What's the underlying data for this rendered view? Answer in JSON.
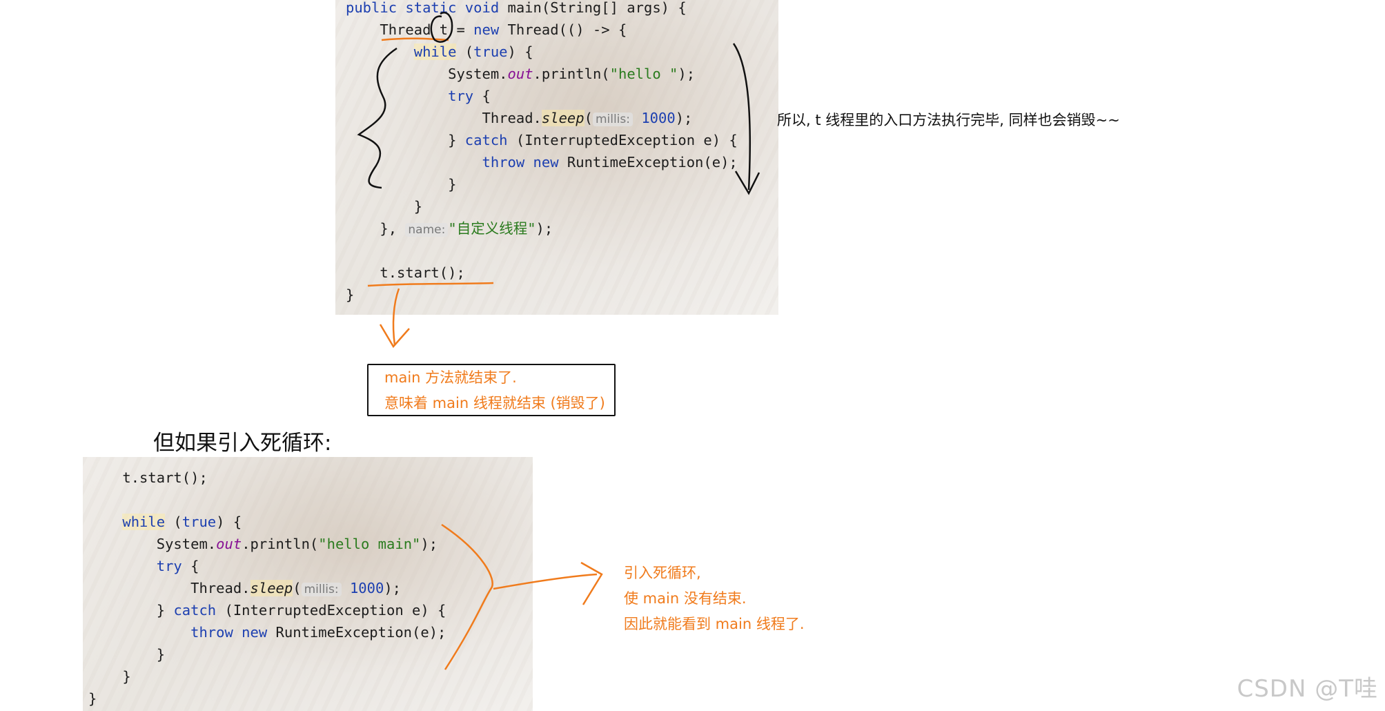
{
  "top_code": {
    "lines": [
      {
        "indent": "",
        "parts": [
          [
            "kw",
            "public static void "
          ],
          [
            "",
            "main(String[] args) {"
          ]
        ]
      },
      {
        "indent": "    ",
        "parts": [
          [
            "",
            "Thread t = "
          ],
          [
            "kw",
            "new "
          ],
          [
            "",
            "Thread(() -> {"
          ]
        ]
      },
      {
        "indent": "        ",
        "parts": [
          [
            "kw hl",
            "while"
          ],
          [
            "",
            " ("
          ],
          [
            "kw",
            "true"
          ],
          [
            "",
            ") {"
          ]
        ]
      },
      {
        "indent": "            ",
        "parts": [
          [
            "",
            "System."
          ],
          [
            "fld",
            "out"
          ],
          [
            "",
            ".println("
          ],
          [
            "str",
            "\"hello \""
          ],
          [
            "",
            ");"
          ]
        ]
      },
      {
        "indent": "            ",
        "parts": [
          [
            "kw",
            "try"
          ],
          [
            "",
            " {"
          ]
        ]
      },
      {
        "indent": "                ",
        "parts": [
          [
            "",
            "Thread."
          ],
          [
            "mth hl",
            "sleep"
          ],
          [
            "",
            "("
          ],
          [
            "hint",
            "millis:"
          ],
          [
            "num",
            " 1000"
          ],
          [
            "",
            ");"
          ]
        ]
      },
      {
        "indent": "            ",
        "parts": [
          [
            "",
            "} "
          ],
          [
            "kw",
            "catch"
          ],
          [
            "",
            " (InterruptedException e) {"
          ]
        ]
      },
      {
        "indent": "                ",
        "parts": [
          [
            "kw",
            "throw new "
          ],
          [
            "",
            "RuntimeException(e);"
          ]
        ]
      },
      {
        "indent": "            ",
        "parts": [
          [
            "",
            "}"
          ]
        ]
      },
      {
        "indent": "        ",
        "parts": [
          [
            "",
            "}"
          ]
        ]
      },
      {
        "indent": "    ",
        "parts": [
          [
            "",
            "}, "
          ],
          [
            "hint",
            "name:"
          ],
          [
            "str",
            "\"自定义线程\""
          ],
          [
            "",
            ");"
          ]
        ]
      },
      {
        "indent": "",
        "parts": [
          [
            "",
            ""
          ]
        ]
      },
      {
        "indent": "    ",
        "parts": [
          [
            "",
            "t.start();"
          ]
        ]
      },
      {
        "indent": "",
        "parts": [
          [
            "",
            "}"
          ]
        ]
      }
    ]
  },
  "right_note": "所以, t 线程里的入口方法执行完毕, 同样也会销毁~~",
  "box_notes": [
    "main 方法就结束了.",
    "意味着 main 线程就结束 (销毁了)"
  ],
  "heading": "但如果引入死循环:",
  "bottom_code": {
    "lines": [
      {
        "indent": "    ",
        "parts": [
          [
            "",
            "t.start();"
          ]
        ]
      },
      {
        "indent": "",
        "parts": [
          [
            "",
            ""
          ]
        ]
      },
      {
        "indent": "    ",
        "parts": [
          [
            "kw hl",
            "while"
          ],
          [
            "",
            " ("
          ],
          [
            "kw",
            "true"
          ],
          [
            "",
            ") {"
          ]
        ]
      },
      {
        "indent": "        ",
        "parts": [
          [
            "",
            "System."
          ],
          [
            "fld",
            "out"
          ],
          [
            "",
            ".println("
          ],
          [
            "str",
            "\"hello main\""
          ],
          [
            "",
            ");"
          ]
        ]
      },
      {
        "indent": "        ",
        "parts": [
          [
            "kw",
            "try"
          ],
          [
            "",
            " {"
          ]
        ]
      },
      {
        "indent": "            ",
        "parts": [
          [
            "",
            "Thread."
          ],
          [
            "mth hl",
            "sleep"
          ],
          [
            "",
            "("
          ],
          [
            "hint",
            "millis:"
          ],
          [
            "num",
            " 1000"
          ],
          [
            "",
            ");"
          ]
        ]
      },
      {
        "indent": "        ",
        "parts": [
          [
            "",
            "} "
          ],
          [
            "kw",
            "catch"
          ],
          [
            "",
            " (InterruptedException e) {"
          ]
        ]
      },
      {
        "indent": "            ",
        "parts": [
          [
            "kw",
            "throw new "
          ],
          [
            "",
            "RuntimeException(e);"
          ]
        ]
      },
      {
        "indent": "        ",
        "parts": [
          [
            "",
            "}"
          ]
        ]
      },
      {
        "indent": "    ",
        "parts": [
          [
            "",
            "}"
          ]
        ]
      },
      {
        "indent": "",
        "parts": [
          [
            "",
            "}"
          ]
        ]
      }
    ]
  },
  "bottom_notes": [
    "引入死循环,",
    "使 main 没有结束.",
    "因此就能看到 main 线程了."
  ],
  "watermark": "CSDN @T哇",
  "colors": {
    "orange": "#f07b1c",
    "keyword": "#1c3fb0",
    "string": "#2a7b1e",
    "field": "#871094"
  }
}
